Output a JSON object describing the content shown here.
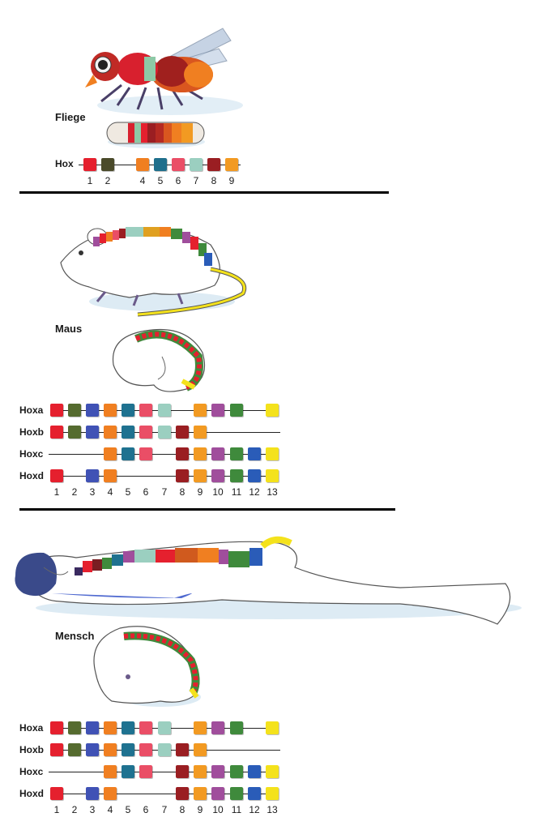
{
  "colors": {
    "1": "#e5202e",
    "2": "#556b2f",
    "3": "#4052b5",
    "4": "#f07f21",
    "5": "#1f7290",
    "6": "#ea4e66",
    "7": "#9bcfc0",
    "8": "#9a1e22",
    "9": "#f29a22",
    "10": "#a04e9c",
    "11": "#3f8a3c",
    "12": "#2a5cb8",
    "13": "#f4e21c"
  },
  "fly": {
    "label": "Fliege",
    "row": {
      "name": "Hox",
      "boxes": [
        1,
        2,
        4,
        5,
        6,
        7,
        8,
        9
      ]
    },
    "numbers": [
      "1",
      "2",
      "4",
      "5",
      "6",
      "7",
      "8",
      "9"
    ],
    "box_colors": [
      "#e5202e",
      "#4a4a2a",
      "#f07f21",
      "#1f6f8c",
      "#ea4e66",
      "#9bcfc0",
      "#9a1e22",
      "#f29a22"
    ]
  },
  "mouse": {
    "label": "Maus",
    "rows": [
      {
        "name": "Hoxa",
        "boxes": [
          1,
          2,
          3,
          4,
          5,
          6,
          7,
          9,
          10,
          11,
          13
        ]
      },
      {
        "name": "Hoxb",
        "boxes": [
          1,
          2,
          3,
          4,
          5,
          6,
          7,
          8,
          9
        ]
      },
      {
        "name": "Hoxc",
        "boxes": [
          4,
          5,
          6,
          8,
          9,
          10,
          11,
          12,
          13
        ]
      },
      {
        "name": "Hoxd",
        "boxes": [
          1,
          3,
          4,
          8,
          9,
          10,
          11,
          12,
          13
        ]
      }
    ],
    "numbers": [
      "1",
      "2",
      "3",
      "4",
      "5",
      "6",
      "7",
      "8",
      "9",
      "10",
      "11",
      "12",
      "13"
    ]
  },
  "human": {
    "label": "Mensch",
    "rows": [
      {
        "name": "Hoxa",
        "boxes": [
          1,
          2,
          3,
          4,
          5,
          6,
          7,
          9,
          10,
          11,
          13
        ]
      },
      {
        "name": "Hoxb",
        "boxes": [
          1,
          2,
          3,
          4,
          5,
          6,
          7,
          8,
          9
        ]
      },
      {
        "name": "Hoxc",
        "boxes": [
          4,
          5,
          6,
          8,
          9,
          10,
          11,
          12,
          13
        ]
      },
      {
        "name": "Hoxd",
        "boxes": [
          1,
          3,
          4,
          8,
          9,
          10,
          11,
          12,
          13
        ]
      }
    ],
    "numbers": [
      "1",
      "2",
      "3",
      "4",
      "5",
      "6",
      "7",
      "8",
      "9",
      "10",
      "11",
      "12",
      "13"
    ]
  }
}
